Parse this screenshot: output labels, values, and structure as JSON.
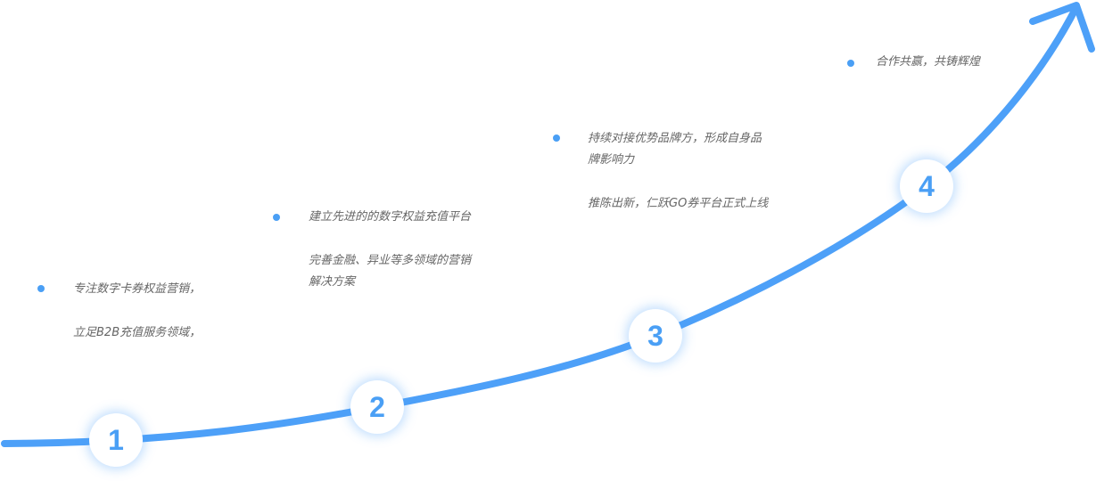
{
  "accent_color": "#4da0f8",
  "steps": [
    {
      "number": "1",
      "paragraphs": [
        "专注数字卡券权益营销，",
        "立足B2B充值服务领域，"
      ]
    },
    {
      "number": "2",
      "paragraphs": [
        "建立先进的的数字权益充值平台",
        "完善金融、异业等多领域的营销解决方案"
      ]
    },
    {
      "number": "3",
      "paragraphs": [
        "持续对接优势品牌方，形成自身品牌影响力",
        "推陈出新，仁跃GO券平台正式上线"
      ]
    },
    {
      "number": "4",
      "paragraphs": [
        "合作共赢，共铸辉煌"
      ]
    }
  ]
}
